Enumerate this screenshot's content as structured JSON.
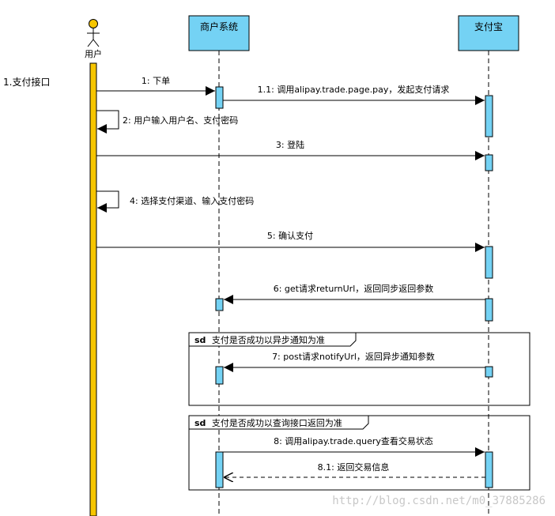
{
  "actors": {
    "user": "用户",
    "merchant": "商户系统",
    "alipay": "支付宝"
  },
  "section_label": "1.支付接口",
  "messages": {
    "m1": "1: 下单",
    "m1_1": "1.1: 调用alipay.trade.page.pay，发起支付请求",
    "m2": "2: 用户输入用户名、支付密码",
    "m3": "3: 登陆",
    "m4": "4: 选择支付渠道、输入支付密码",
    "m5": "5: 确认支付",
    "m6": "6: get请求returnUrl，返回同步返回参数",
    "m7": "7: post请求notifyUrl，返回异步通知参数",
    "m8": "8: 调用alipay.trade.query查看交易状态",
    "m8_1": "8.1: 返回交易信息"
  },
  "fragments": {
    "f1_keyword": "sd",
    "f1_label": "支付是否成功以异步通知为准",
    "f2_keyword": "sd",
    "f2_label": "支付是否成功以查询接口返回为准"
  },
  "watermark": "http://blog.csdn.net/m0_37885286",
  "colors": {
    "actor_fill": "#74d2f4",
    "activation_fill": "#74d2f4",
    "user_bar": "#f7c600",
    "line": "#000000"
  }
}
